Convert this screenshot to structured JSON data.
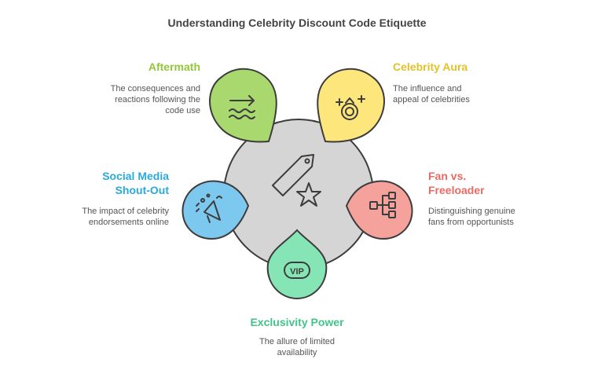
{
  "title": "Understanding Celebrity Discount Code Etiquette",
  "colors": {
    "center": "#d5d5d5",
    "outline": "#3c3c3c",
    "aftermath": "#a9d86e",
    "aftermath_text": "#94c63a",
    "celebrity_aura": "#fde77c",
    "celebrity_aura_text": "#e3c22a",
    "fan_vs_freeloader": "#f5a29c",
    "fan_vs_freeloader_text": "#ea6b64",
    "exclusivity_power": "#86e5b4",
    "exclusivity_power_text": "#43c48a",
    "social_media": "#7dc8ee",
    "social_media_text": "#2aa9db"
  },
  "center": {
    "icon": "price-tag-star-icon"
  },
  "items": {
    "aftermath": {
      "title": "Aftermath",
      "description_lines": [
        "The consequences and",
        "reactions following the",
        "code use"
      ],
      "icon": "arrow-waves-icon"
    },
    "celebrity_aura": {
      "title": "Celebrity Aura",
      "description_lines": [
        "The influence and",
        "appeal of celebrities"
      ],
      "icon": "sparkle-ring-icon"
    },
    "fan_vs_freeloader": {
      "title_lines": [
        "Fan vs.",
        "Freeloader"
      ],
      "description_lines": [
        "Distinguishing genuine",
        "fans from opportunists"
      ],
      "icon": "sorting-flow-icon"
    },
    "exclusivity_power": {
      "title": "Exclusivity Power",
      "description_lines": [
        "The allure of limited",
        "availability"
      ],
      "icon": "vip-badge-icon",
      "badge_text": "VIP"
    },
    "social_media": {
      "title_lines": [
        "Social Media",
        "Shout-Out"
      ],
      "description_lines": [
        "The impact of celebrity",
        "endorsements online"
      ],
      "icon": "megaphone-icon"
    }
  }
}
